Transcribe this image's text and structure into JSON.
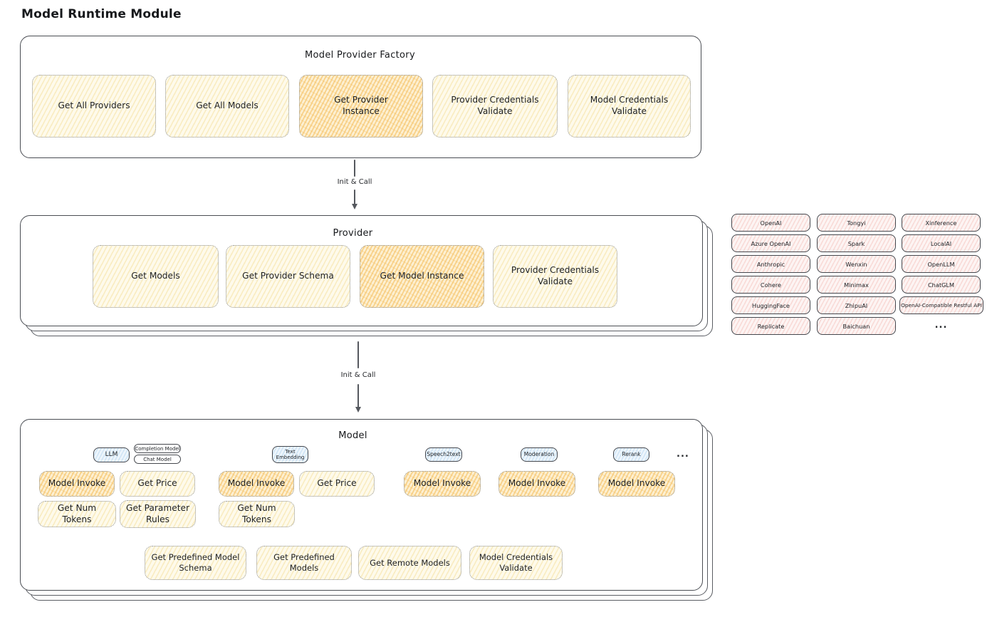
{
  "page": {
    "title": "Model Runtime Module"
  },
  "arrows": {
    "init_call_1": "Init & Call",
    "init_call_2": "Init & Call"
  },
  "factory": {
    "title": "Model Provider Factory",
    "items": [
      {
        "label": "Get All Providers",
        "variant": "cream"
      },
      {
        "label": "Get All Models",
        "variant": "cream"
      },
      {
        "label": "Get Provider Instance",
        "variant": "orange"
      },
      {
        "label": "Provider Credentials Validate",
        "variant": "cream"
      },
      {
        "label": "Model Credentials Validate",
        "variant": "cream"
      }
    ]
  },
  "provider": {
    "title": "Provider",
    "items": [
      {
        "label": "Get Models",
        "variant": "cream"
      },
      {
        "label": "Get Provider Schema",
        "variant": "cream"
      },
      {
        "label": "Get Model Instance",
        "variant": "orange"
      },
      {
        "label": "Provider Credentials Validate",
        "variant": "cream"
      }
    ]
  },
  "provider_list": {
    "col1": [
      "OpenAI",
      "Azure OpenAI",
      "Anthropic",
      "Cohere",
      "HuggingFace",
      "Replicate"
    ],
    "col2": [
      "Tongyi",
      "Spark",
      "Wenxin",
      "Minimax",
      "ZhipuAI",
      "Baichuan"
    ],
    "col3": [
      "Xinference",
      "LocalAI",
      "OpenLLM",
      "ChatGLM",
      "OpenAI-Compatible Restful API"
    ],
    "more": "..."
  },
  "model": {
    "title": "Model",
    "more": "...",
    "tags": {
      "llm": "LLM",
      "completion_model": "Completion Model",
      "chat_model": "Chat Model",
      "text_embedding": "Text Embedding",
      "speech2text": "Speech2text",
      "moderation": "Moderation",
      "rerank": "Rerank"
    },
    "ops": {
      "model_invoke": "Model Invoke",
      "get_price": "Get Price",
      "get_num_tokens": "Get Num Tokens",
      "get_parameter_rules": "Get Parameter Rules"
    },
    "bottom": [
      "Get Predefined Model Schema",
      "Get Predefined Models",
      "Get Remote Models",
      "Model Credentials Validate"
    ]
  },
  "colors": {
    "highlight_orange": "#f3b242",
    "cream": "#fefaeb",
    "pink": "#fdf4f3",
    "blue": "#edf5fc",
    "border_dark": "#45484e",
    "border_dotted": "#8e9297",
    "ink": "#1f2328"
  }
}
